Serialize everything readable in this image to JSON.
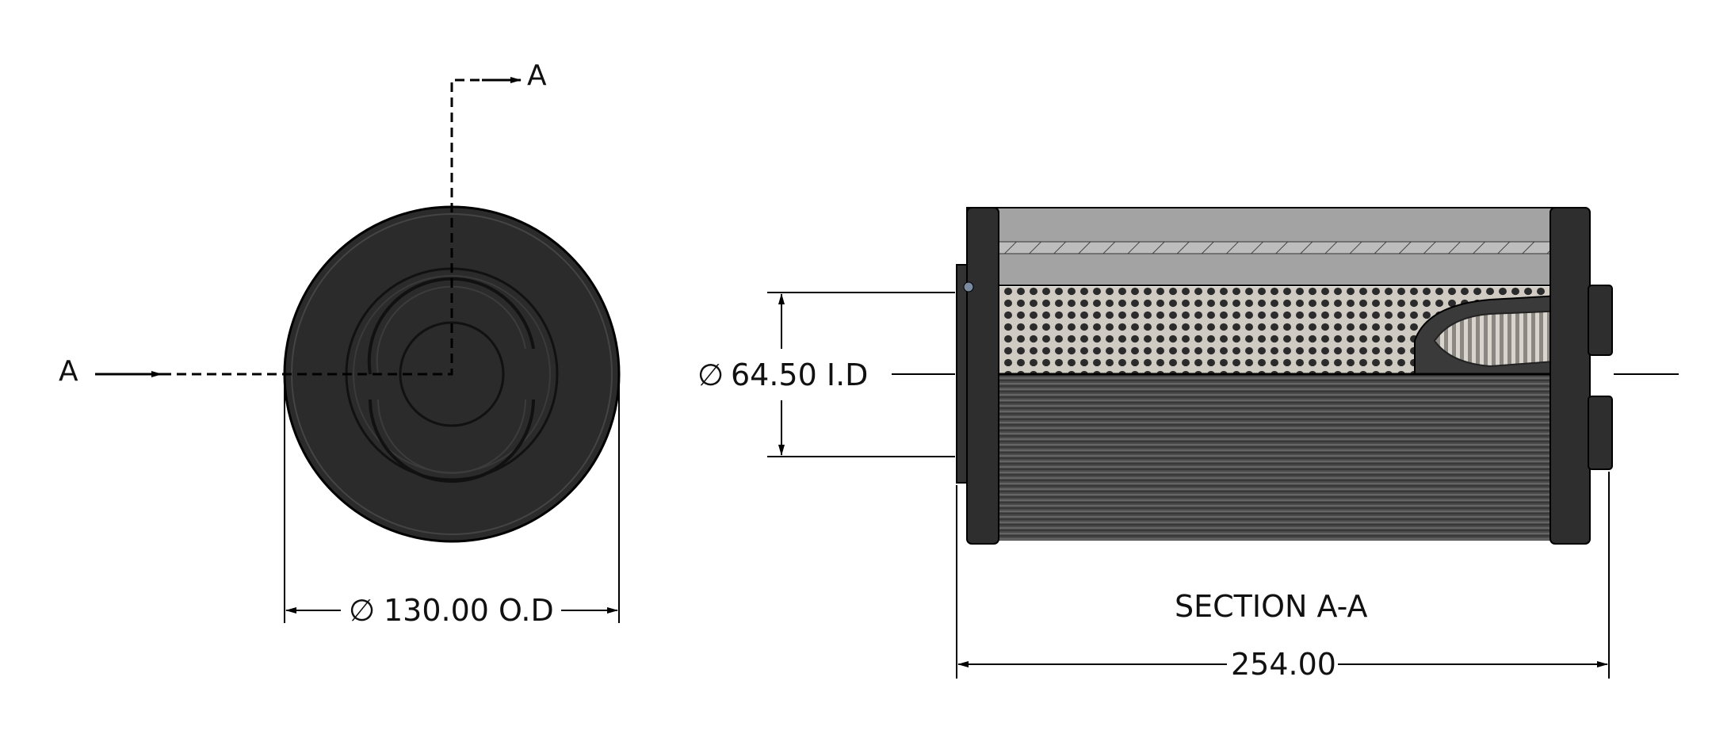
{
  "drawing": {
    "section_marker_top": "A",
    "section_marker_left": "A",
    "od_dimension": "130.00 O.D",
    "id_dimension": "64.50 I.D",
    "length_dimension": "254.00",
    "section_caption": "SECTION A-A",
    "diameter_symbol": "∅",
    "colors": {
      "part_dark": "#2a2a2a",
      "part_mid": "#3b3b3b",
      "housing_grey": "#9a9a9a",
      "perforated_bg": "#c9c4bc",
      "line": "#000000"
    }
  }
}
